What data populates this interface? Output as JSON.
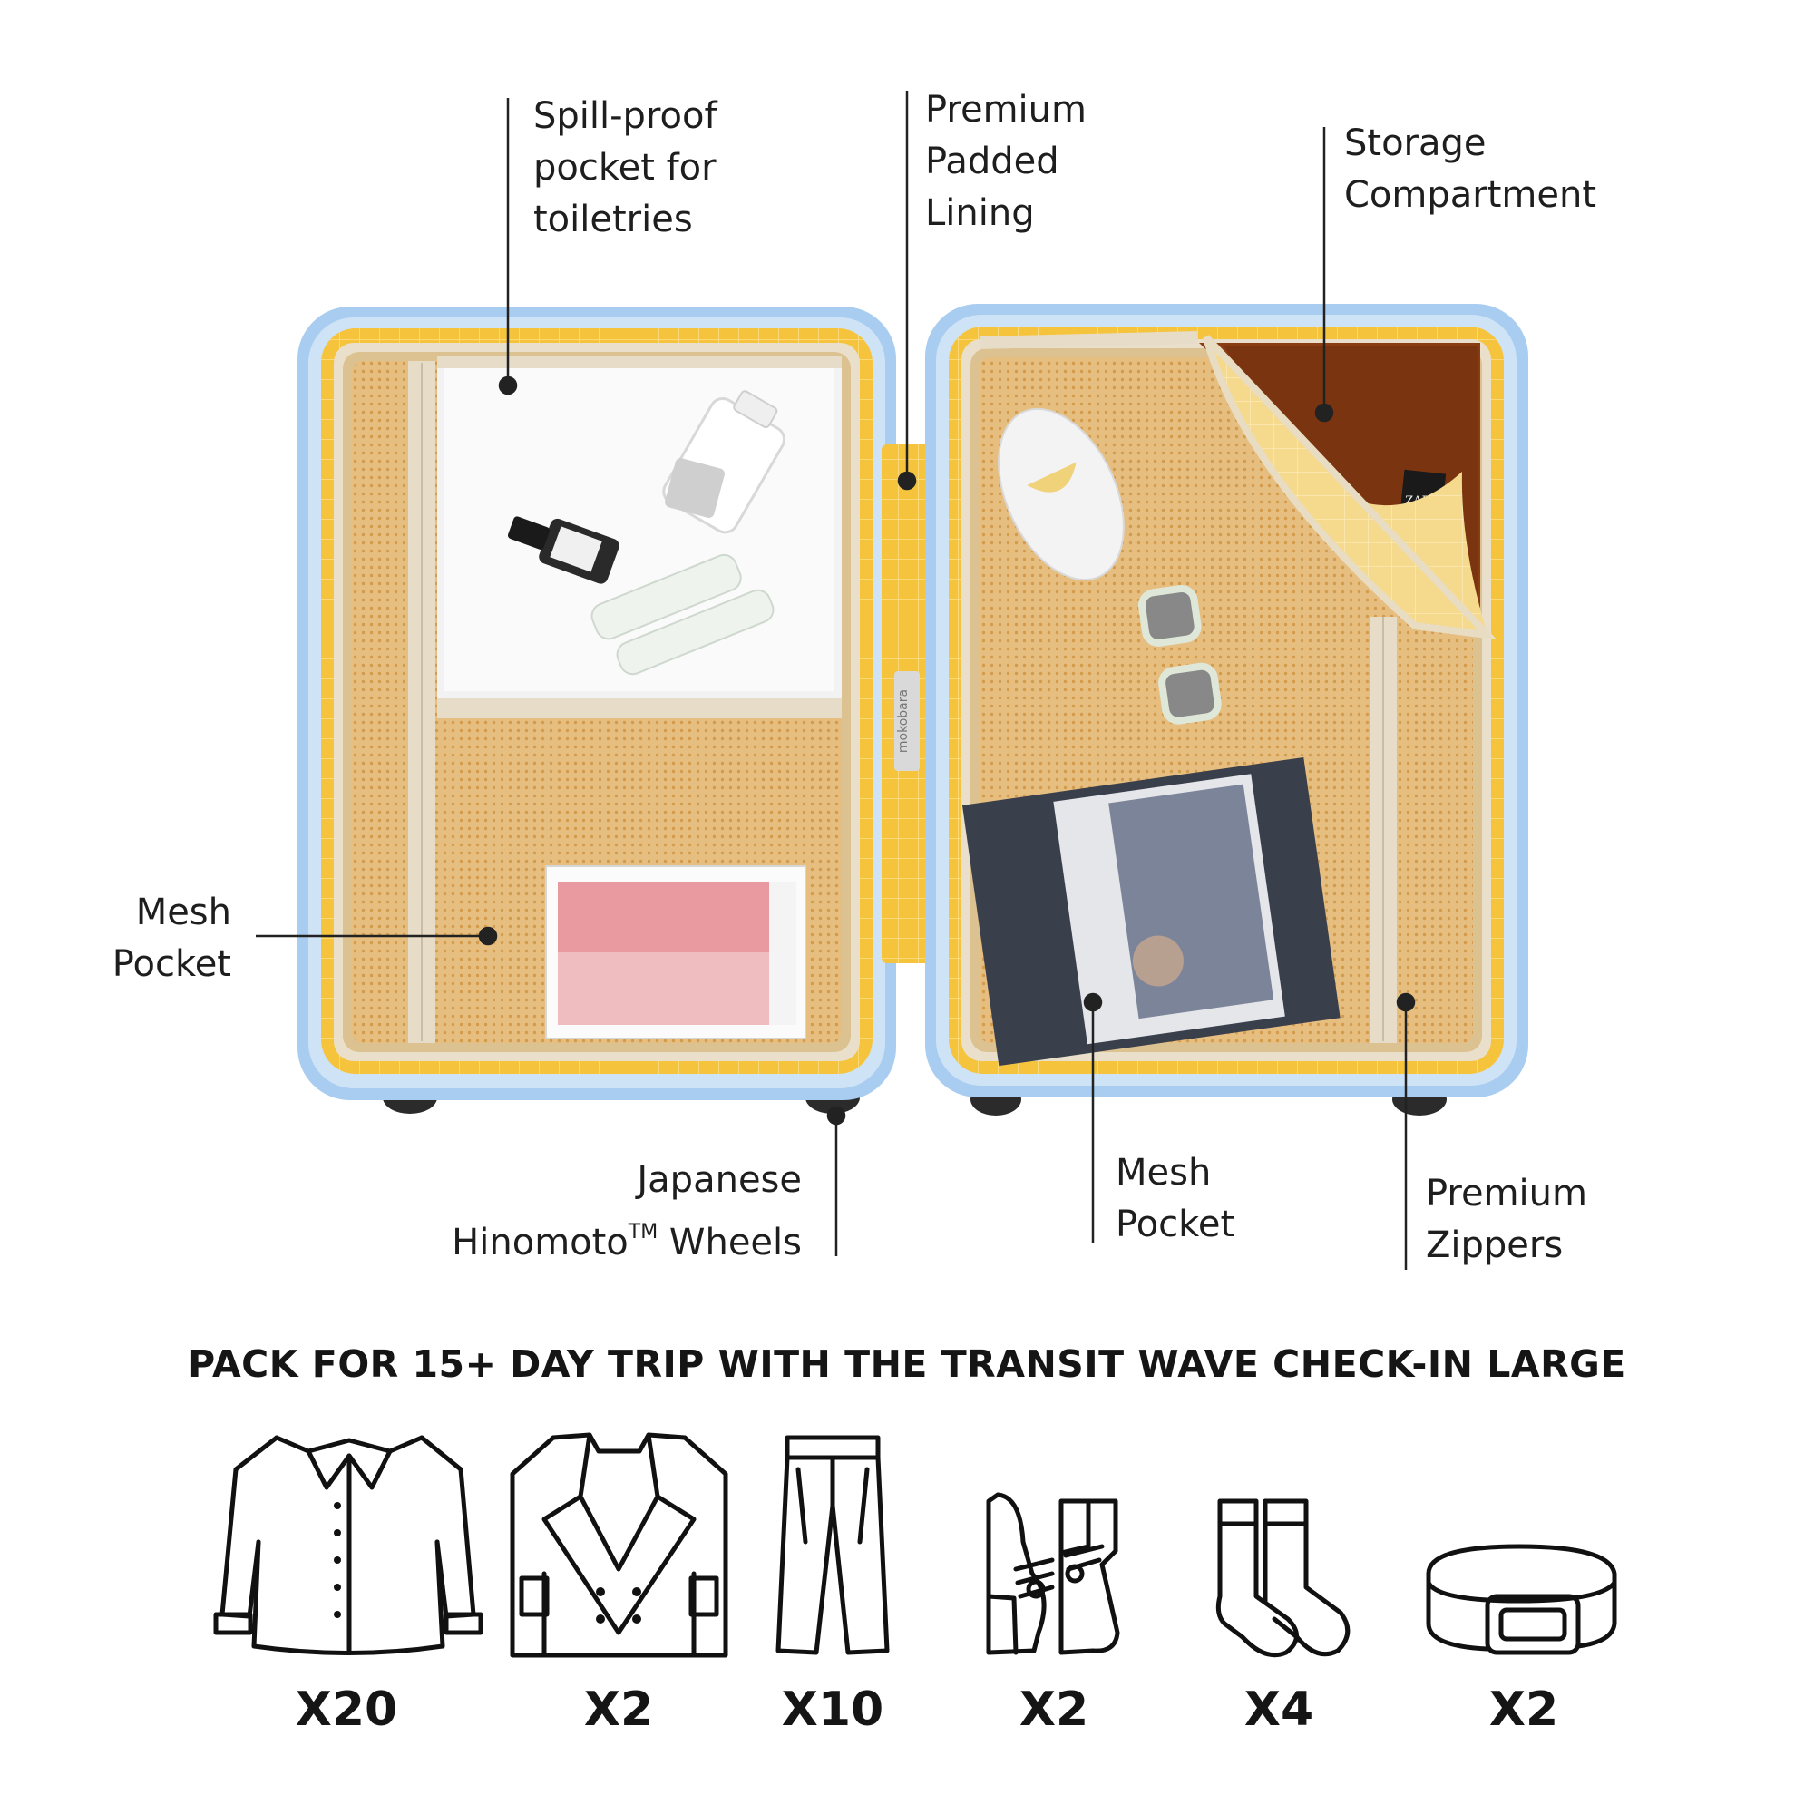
{
  "callouts": {
    "spill_proof": [
      "Spill-proof",
      "pocket for",
      "toiletries"
    ],
    "padded_lining": [
      "Premium",
      "Padded",
      "Lining"
    ],
    "storage": [
      "Storage",
      "Compartment"
    ],
    "mesh_left": [
      "Mesh",
      "Pocket"
    ],
    "wheels": {
      "line1": "Japanese",
      "line2_pre": "Hinomoto",
      "tm": "TM",
      "line2_post": " Wheels"
    },
    "mesh_right": [
      "Mesh",
      "Pocket"
    ],
    "zippers": [
      "Premium",
      "Zippers"
    ]
  },
  "lining_brand": "mokobara",
  "clothing_tag": "ZARA",
  "headline": "PACK FOR 15+ DAY TRIP WITH THE TRANSIT WAVE CHECK-IN LARGE",
  "items": [
    {
      "icon": "shirt-icon",
      "qty": "X20"
    },
    {
      "icon": "blazer-icon",
      "qty": "X2"
    },
    {
      "icon": "trousers-icon",
      "qty": "X10"
    },
    {
      "icon": "shoes-icon",
      "qty": "X2"
    },
    {
      "icon": "socks-icon",
      "qty": "X4"
    },
    {
      "icon": "belt-icon",
      "qty": "X2"
    }
  ],
  "colors": {
    "shell": "#a9cdf0",
    "lining": "#f4c23a",
    "mesh": "#e4bc7c",
    "zipper": "#e5dccb",
    "text": "#1b1b1b"
  }
}
